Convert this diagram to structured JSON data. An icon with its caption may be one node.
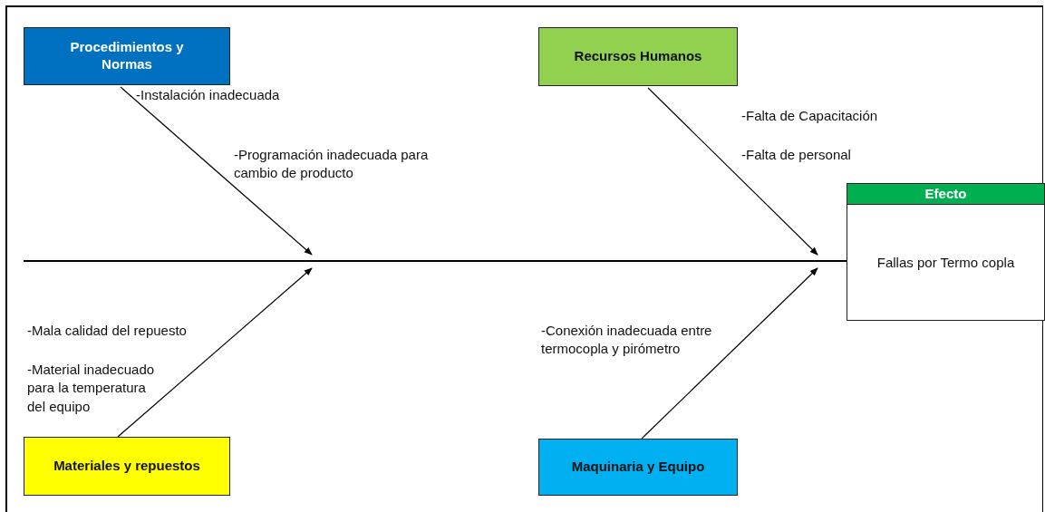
{
  "diagram": {
    "nodes": [
      {
        "text": [
          "Procedimientos y Normas"
        ]
      },
      {
        "text": [
          "Recursos Humanos"
        ]
      },
      {
        "text": [
          "Materiales y repuestos"
        ]
      },
      {
        "text": [
          "Maquinaria y Equipo"
        ]
      },
      {
        "text": [
          "Efecto",
          "Fallas por Termo copla"
        ]
      }
    ],
    "edges": [
      {
        "from": null,
        "to": 4,
        "arrow": "none"
      },
      {
        "from": 0,
        "to": null,
        "arrow": "to"
      },
      {
        "from": 1,
        "to": null,
        "arrow": "to"
      },
      {
        "from": 2,
        "to": null,
        "arrow": "to"
      },
      {
        "from": 3,
        "to": null,
        "arrow": "to"
      }
    ],
    "labels": [
      "-Instalación inadecuada",
      "-Falta de Capacitación",
      "-Programación inadecuada para cambio de producto",
      "-Falta de personal",
      "-Mala calidad del repuesto",
      "-Conexión inadecuada entre termocopla y pirómetro",
      "-Material inadecuado para la temperatura del equipo"
    ]
  }
}
